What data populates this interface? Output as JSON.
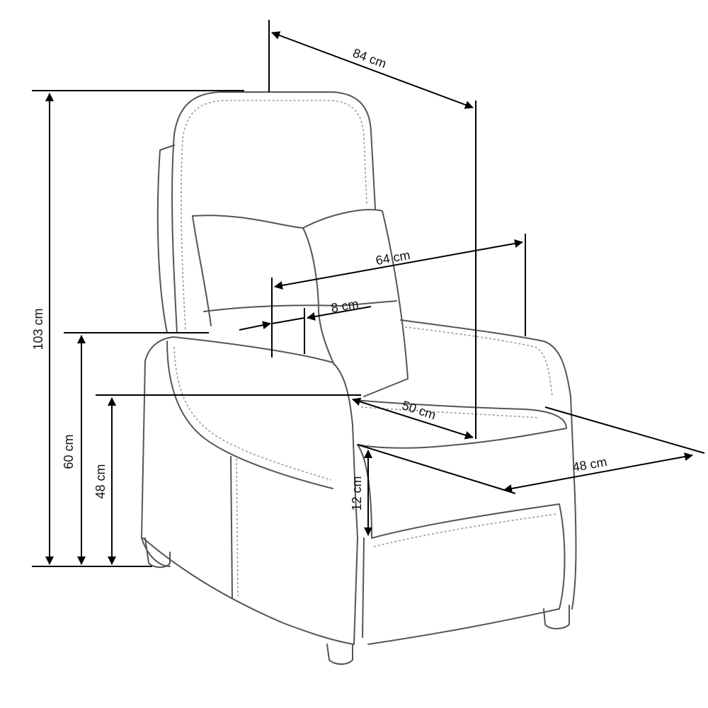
{
  "dimensions": {
    "depth_total": "84 cm",
    "width_total": "64 cm",
    "armrest_width": "8 cm",
    "seat_depth": "50 cm",
    "seat_width": "48 cm",
    "height_total": "103 cm",
    "armrest_height": "60 cm",
    "seat_height": "48 cm",
    "footrest_height": "12 cm"
  }
}
